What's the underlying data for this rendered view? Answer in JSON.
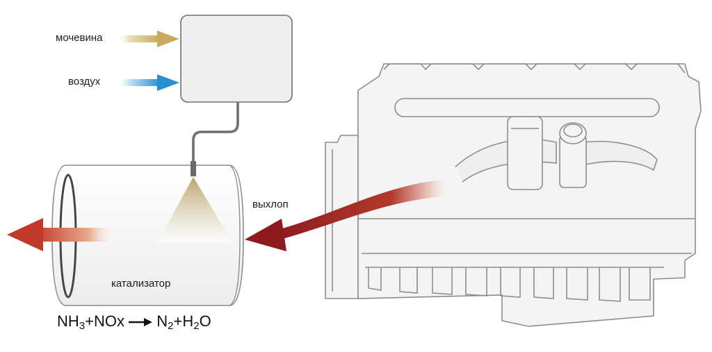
{
  "inputs": {
    "urea": "мочевина",
    "air": "воздух"
  },
  "exhaust_label": "выхлоп",
  "catalyst_label": "катализатор",
  "reaction": {
    "nh": "NH",
    "nh_sub": "3",
    "plus1": "+NOx",
    "n": "N",
    "n_sub": "2",
    "plus2": "+H",
    "h_sub": "2",
    "o": "O"
  },
  "colors": {
    "urea_arrow": "#c9a860",
    "air_arrow": "#2a8fd0",
    "exhaust_arrow": "#9b1c20",
    "outlet_arrow": "#c0392b",
    "spray_cone": "#bfae7e",
    "engine_fill": "#f4f4f4",
    "outline": "#888888"
  }
}
